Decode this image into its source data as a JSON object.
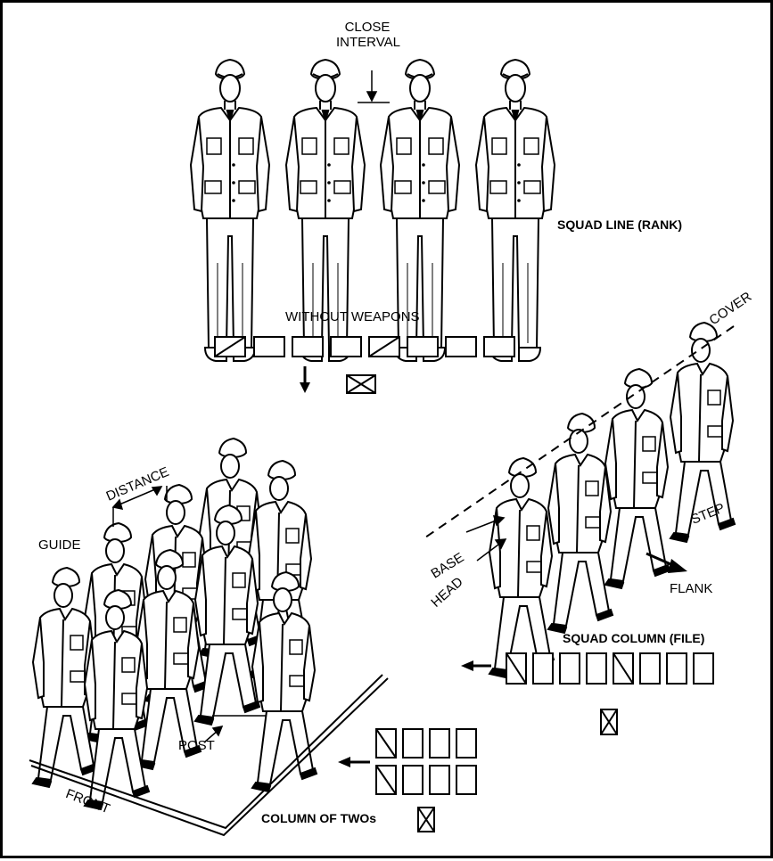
{
  "labels": {
    "close_interval_line1": "CLOSE",
    "close_interval_line2": "INTERVAL",
    "squad_line": "SQUAD LINE (RANK)",
    "without_weapons": "WITHOUT WEAPONS",
    "cover": "COVER",
    "distance": "DISTANCE",
    "guide": "GUIDE",
    "step": "STEP",
    "base": "BASE",
    "head": "HEAD",
    "flank": "FLANK",
    "squad_column": "SQUAD COLUMN (FILE)",
    "post": "POST",
    "front": "FRONT",
    "column_of_twos": "COLUMN OF TWOs"
  },
  "formations": {
    "squad_line": {
      "boxes": 8,
      "diagonal_boxes": [
        0,
        4
      ],
      "leader_symbol": "boxed-x"
    },
    "squad_column": {
      "boxes": 8,
      "diagonal_boxes": [
        0,
        4
      ],
      "leader_symbol": "boxed-x"
    },
    "column_of_twos": {
      "rows": 2,
      "cols": 4,
      "diagonal_boxes": [
        0,
        4
      ],
      "leader_symbol": "boxed-x"
    }
  },
  "colors": {
    "ink": "#000000",
    "paper": "#ffffff"
  }
}
